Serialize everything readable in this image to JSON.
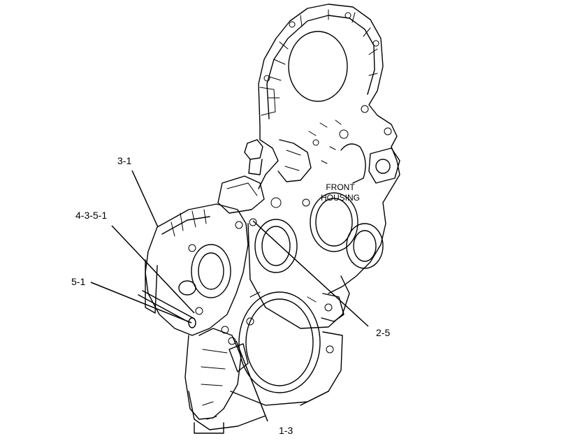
{
  "callouts": [
    {
      "id": "c31",
      "text": "3-1"
    },
    {
      "id": "c4351",
      "text": "4-3-5-1"
    },
    {
      "id": "c51",
      "text": "5-1"
    },
    {
      "id": "c25",
      "text": "2-5"
    },
    {
      "id": "c13",
      "text": "1-3"
    }
  ],
  "annotation": {
    "line1": "FRONT",
    "line2": "HOUSING"
  }
}
